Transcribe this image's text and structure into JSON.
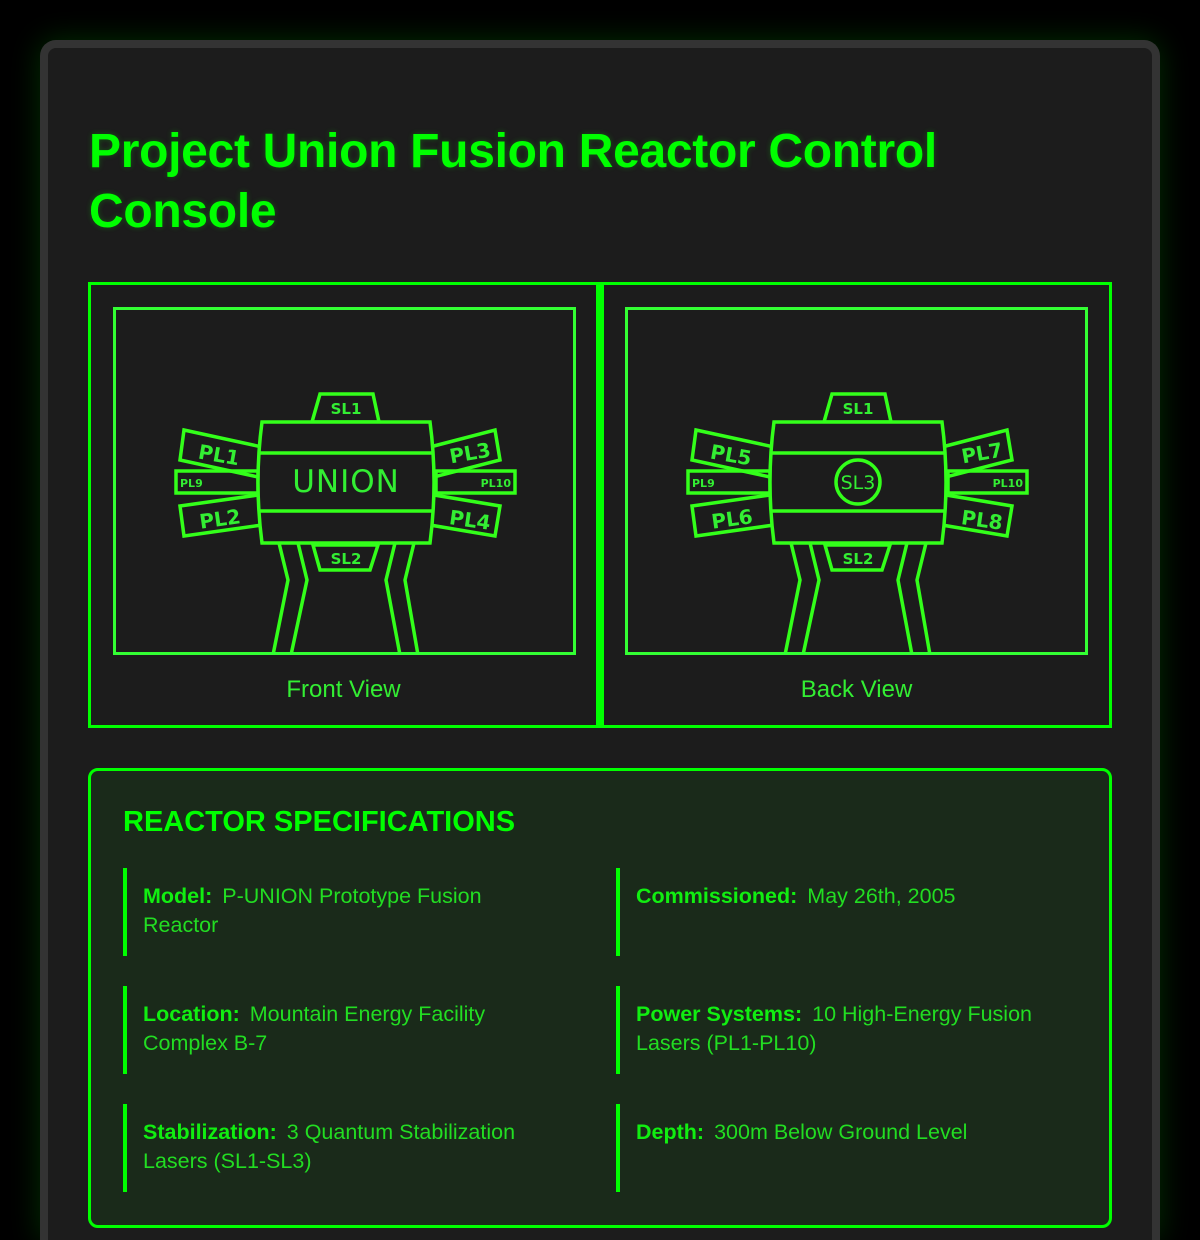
{
  "header": {
    "title": "Project Union Fusion Reactor Control Console"
  },
  "colors": {
    "accent": "#00ff00",
    "panel_bg": "#1c1c1c",
    "specs_bg": "#1a2a1a",
    "console_border": "#333333"
  },
  "views": {
    "front": {
      "label": "Front View",
      "core_label": "UNION",
      "stabilizers": {
        "top": "SL1",
        "bottom": "SL2"
      },
      "lasers": {
        "upper_left": "PL1",
        "lower_left": "PL2",
        "upper_right": "PL3",
        "lower_right": "PL4",
        "mid_left": "PL9",
        "mid_right": "PL10"
      }
    },
    "back": {
      "label": "Back View",
      "core_label": "SL3",
      "stabilizers": {
        "top": "SL1",
        "bottom": "SL2"
      },
      "lasers": {
        "upper_left": "PL5",
        "lower_left": "PL6",
        "upper_right": "PL7",
        "lower_right": "PL8",
        "mid_left": "PL9",
        "mid_right": "PL10"
      }
    }
  },
  "specs": {
    "title": "REACTOR SPECIFICATIONS",
    "items": [
      {
        "key": "Model:",
        "value": "P-UNION Prototype Fusion Reactor"
      },
      {
        "key": "Commissioned:",
        "value": "May 26th, 2005"
      },
      {
        "key": "Location:",
        "value": "Mountain Energy Facility Complex B-7"
      },
      {
        "key": "Power Systems:",
        "value": "10 High-Energy Fusion Lasers (PL1-PL10)"
      },
      {
        "key": "Stabilization:",
        "value": "3 Quantum Stabilization Lasers (SL1-SL3)"
      },
      {
        "key": "Depth:",
        "value": "300m Below Ground Level"
      }
    ]
  }
}
